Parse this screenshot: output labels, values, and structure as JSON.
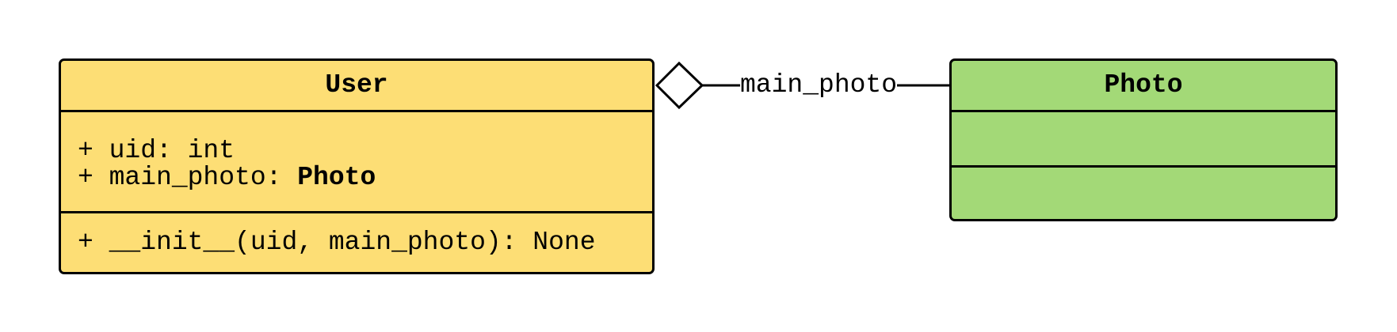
{
  "classes": [
    {
      "name": "User",
      "color": "#FDDE75",
      "attributes": [
        {
          "prefix": "+ uid: ",
          "type": "int"
        },
        {
          "prefix": "+ main_photo: ",
          "type": "Photo"
        }
      ],
      "methods": [
        "+ __init__(uid, main_photo): None"
      ]
    },
    {
      "name": "Photo",
      "color": "#A3D977",
      "attributes": [],
      "methods": []
    }
  ],
  "relations": [
    {
      "type": "aggregation",
      "from": "User",
      "to": "Photo",
      "label": "main_photo"
    }
  ]
}
